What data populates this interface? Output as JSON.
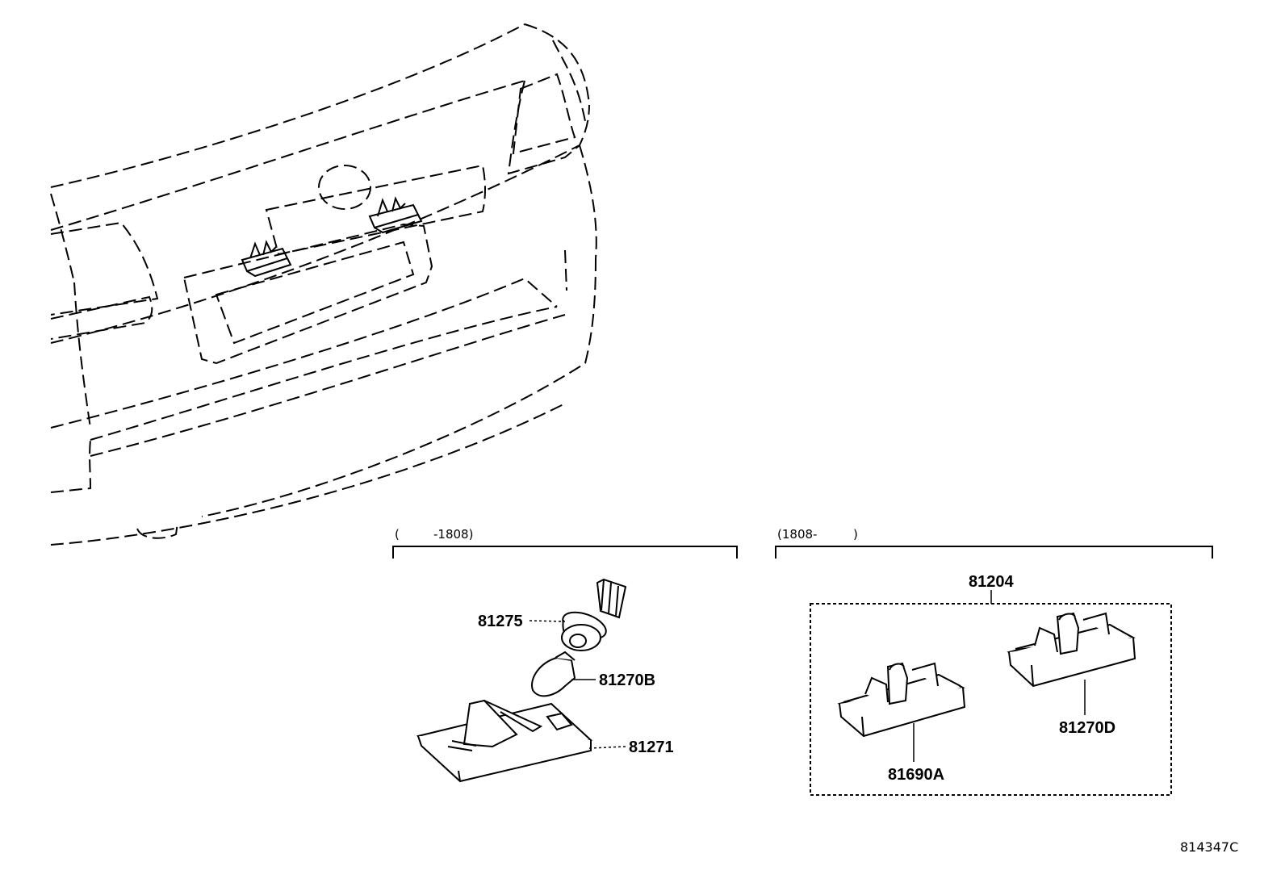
{
  "diagram": {
    "drawing_code": "814347C",
    "groups": [
      {
        "range_open": "(",
        "range_value": "-1808)",
        "parts": [
          {
            "number": "81275"
          },
          {
            "number": "81270B"
          },
          {
            "number": "81271"
          }
        ]
      },
      {
        "range_value": "(1808-",
        "range_close": ")",
        "assembly": "81204",
        "parts": [
          {
            "number": "81690A"
          },
          {
            "number": "81270D"
          }
        ]
      }
    ]
  }
}
